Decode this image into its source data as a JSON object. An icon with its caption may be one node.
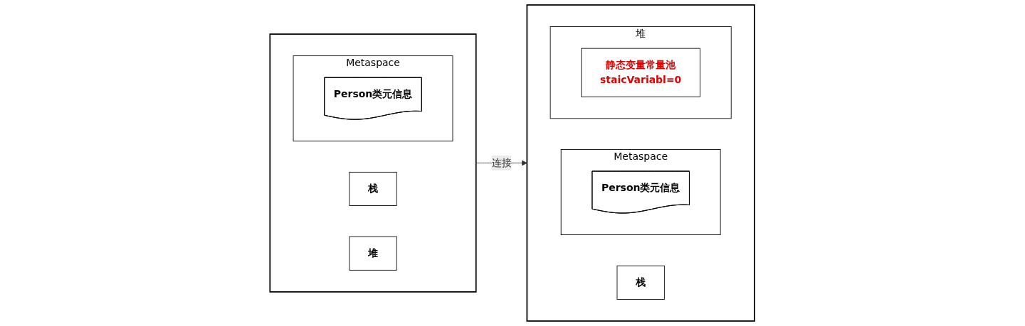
{
  "diagram": {
    "nodes": [
      {
        "text": [],
        "shape": "box"
      },
      {
        "text": [
          "栈"
        ],
        "in": 0
      },
      {
        "text": [
          "Metaspace"
        ],
        "in": 0
      },
      {
        "text": [
          "Person类元信息"
        ],
        "in": 2
      },
      {
        "text": [
          "堆"
        ],
        "in": 0
      },
      {
        "text": [],
        "shape": "box"
      },
      {
        "text": [
          "栈"
        ],
        "in": 5
      },
      {
        "text": [
          "Metaspace"
        ],
        "in": 5
      },
      {
        "text": [
          "Person类元信息"
        ],
        "in": 7
      },
      {
        "text": [
          "堆"
        ],
        "in": 5
      },
      {
        "text": [
          "静态变量常量池",
          "staicVariabl=0"
        ],
        "in": 9
      }
    ],
    "edges": [
      {
        "from": 0,
        "to": 5,
        "label": "连接",
        "arrow": "to"
      }
    ]
  }
}
